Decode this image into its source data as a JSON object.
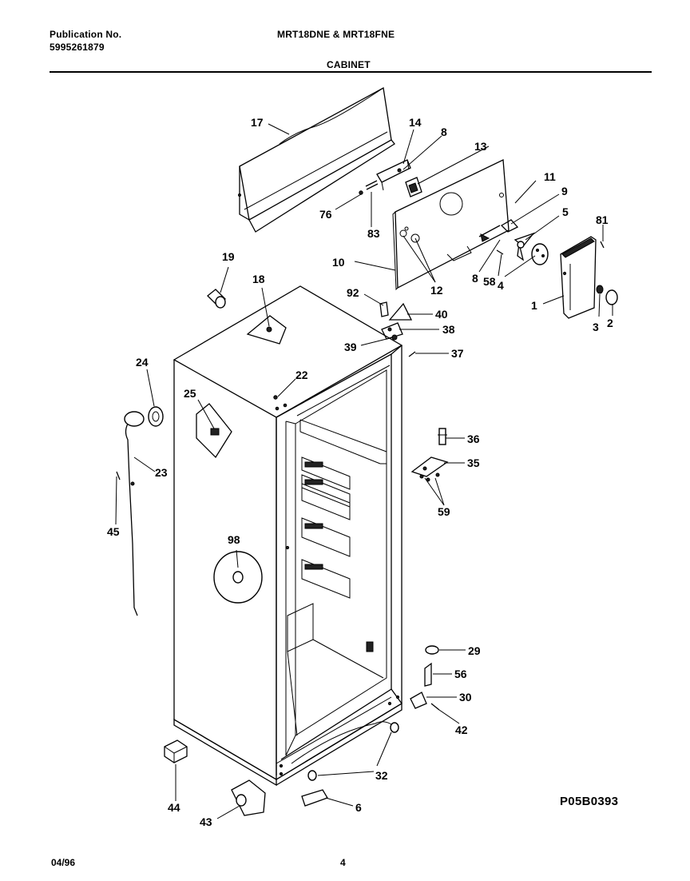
{
  "header": {
    "pub_label": "Publication No.",
    "pub_number": "5995261879",
    "models": "MRT18DNE & MRT18FNE",
    "section": "CABINET"
  },
  "footer": {
    "date": "04/96",
    "page": "4",
    "diagram_code": "P05B0393"
  },
  "callouts": [
    "17",
    "14",
    "8",
    "13",
    "11",
    "9",
    "5",
    "81",
    "76",
    "83",
    "10",
    "12",
    "8",
    "58",
    "4",
    "1",
    "3",
    "2",
    "19",
    "18",
    "92",
    "40",
    "38",
    "39",
    "37",
    "24",
    "22",
    "25",
    "23",
    "45",
    "36",
    "35",
    "59",
    "98",
    "29",
    "56",
    "30",
    "42",
    "32",
    "6",
    "44",
    "43"
  ]
}
